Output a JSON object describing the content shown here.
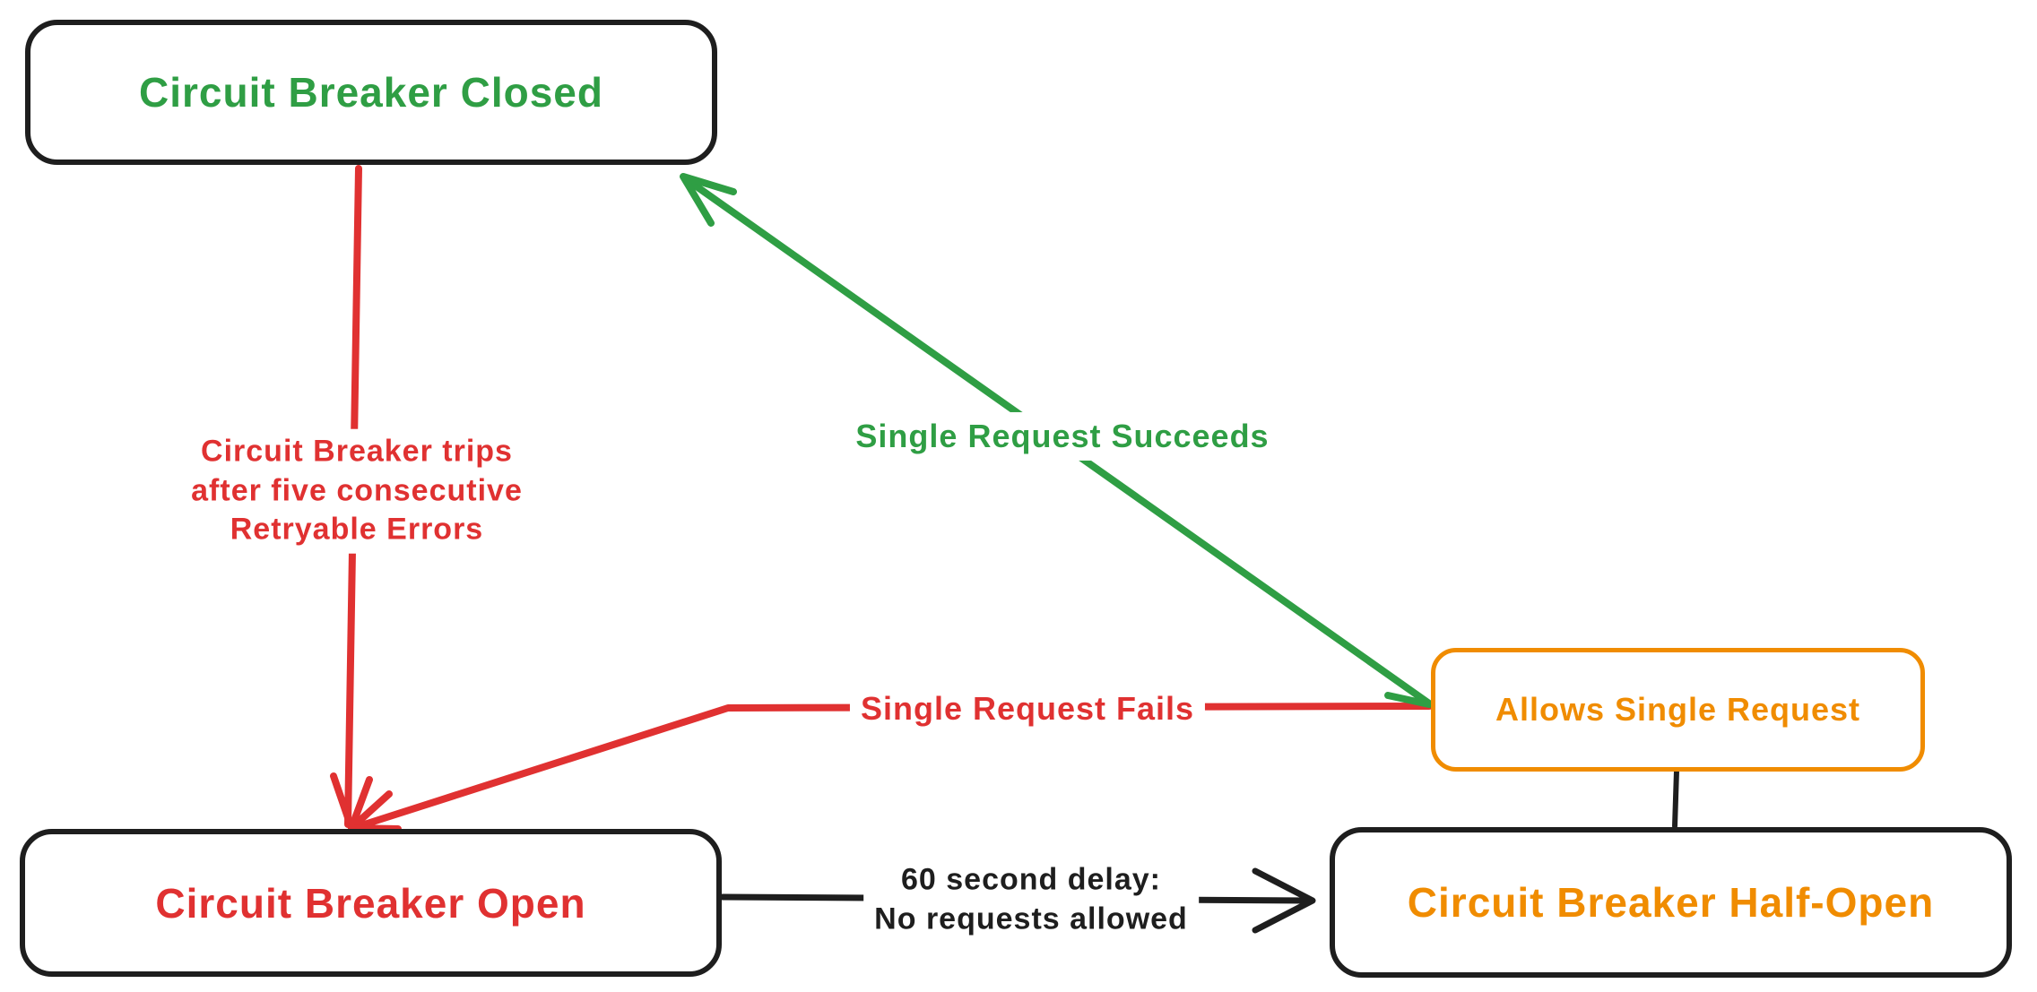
{
  "colors": {
    "ink": "#1e1e1e",
    "red": "#e03131",
    "green": "#2f9e44",
    "orange": "#f08c00",
    "background": "#ffffff"
  },
  "nodes": {
    "closed": {
      "label": "Circuit Breaker Closed"
    },
    "open": {
      "label": "Circuit Breaker Open"
    },
    "half_open": {
      "label": "Circuit Breaker Half-Open"
    },
    "allows": {
      "label": "Allows Single Request"
    }
  },
  "edges": {
    "trip": {
      "label": "Circuit Breaker trips\nafter five consecutive\nRetryable Errors"
    },
    "succeed": {
      "label": "Single Request Succeeds"
    },
    "fail": {
      "label": "Single Request Fails"
    },
    "delay": {
      "label": "60 second delay:\nNo requests allowed"
    },
    "connector": {
      "label": ""
    }
  }
}
